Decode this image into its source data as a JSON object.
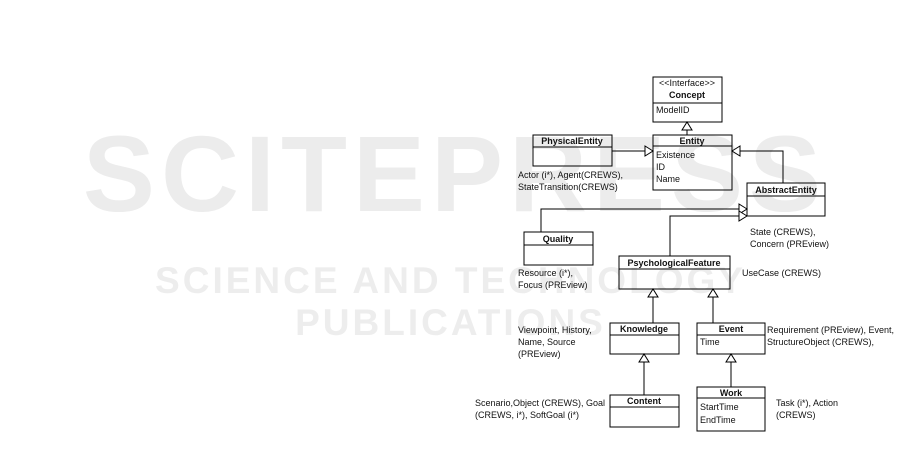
{
  "watermark": {
    "title": "SCITEPRESS",
    "subtitle": "SCIENCE AND TECHNOLOGY PUBLICATIONS"
  },
  "classes": {
    "concept": {
      "stereotype": "<<Interface>>",
      "name": "Concept",
      "attributes": [
        "ModelID"
      ]
    },
    "entity": {
      "name": "Entity",
      "attributes": [
        "Existence",
        "ID",
        "Name"
      ]
    },
    "physical_entity": {
      "name": "PhysicalEntity",
      "attributes": []
    },
    "abstract_entity": {
      "name": "AbstractEntity",
      "attributes": []
    },
    "quality": {
      "name": "Quality",
      "attributes": []
    },
    "psychological_feature": {
      "name": "PsychologicalFeature",
      "attributes": []
    },
    "knowledge": {
      "name": "Knowledge",
      "attributes": []
    },
    "event": {
      "name": "Event",
      "attributes": [
        "Time"
      ]
    },
    "content": {
      "name": "Content",
      "attributes": []
    },
    "work": {
      "name": "Work",
      "attributes": [
        "StartTime",
        "EndTime"
      ]
    }
  },
  "notes": {
    "physical_entity": [
      "Actor (i*), Agent(CREWS),",
      "StateTransition(CREWS)"
    ],
    "abstract_entity": [
      "State (CREWS),",
      "Concern (PREview)"
    ],
    "quality": [
      "Resource (i*),",
      "Focus (PREview)"
    ],
    "psychological_feature": [
      "UseCase (CREWS)"
    ],
    "knowledge": [
      "Viewpoint, History,",
      "Name, Source",
      "(PREview)"
    ],
    "event": [
      "Requirement (PREview), Event,",
      "StructureObject (CREWS),"
    ],
    "content": [
      "Scenario,Object (CREWS), Goal",
      "(CREWS, i*), SoftGoal (i*)"
    ],
    "work": [
      "Task (i*), Action",
      "(CREWS)"
    ]
  }
}
